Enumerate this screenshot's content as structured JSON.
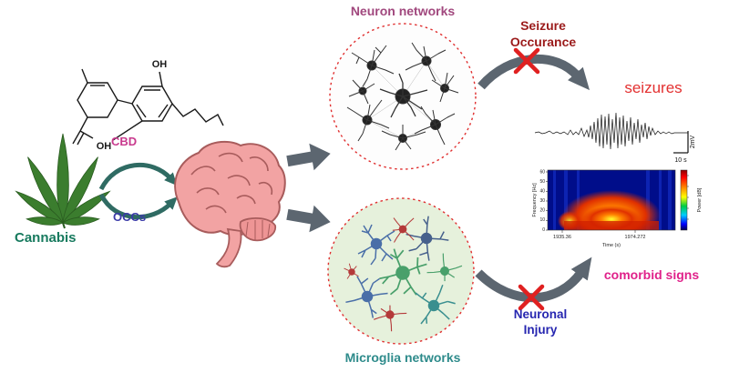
{
  "diagram": {
    "cannabis_label": "Cannabis",
    "cbd_label": "CBD",
    "occs_label": "OCCs",
    "oh_top": "OH",
    "oh_bottom": "OH",
    "neuron_title": "Neuron networks",
    "microglia_title": "Microglia networks",
    "seizure_occurance": "Seizure Occurance",
    "seizures": "seizures",
    "neuronal_injury": "Neuronal Injury",
    "comorbid_signs": "comorbid signs"
  },
  "eeg": {
    "scale_voltage": "2mV",
    "scale_time": "10 s"
  },
  "spectrogram": {
    "ylabel": "Frequency [Hz]",
    "xlabel": "Time (s)",
    "colorbar_label": "Power [dB]",
    "x_ticks": [
      "1935.36",
      "1974.272"
    ],
    "y_ticks": [
      "60",
      "50",
      "40",
      "30",
      "20",
      "10",
      "0"
    ]
  },
  "colors": {
    "neuron_title": "#a1487e",
    "microglia_title": "#2e8b8b",
    "cannabis": "#177a5e",
    "cbd": "#c93a8e",
    "occs": "#3a3aa8",
    "seizure_occurance": "#9b1b1b",
    "seizures": "#e33030",
    "neuronal_injury": "#2626b0",
    "comorbid_signs": "#e0218a",
    "arrow_gray": "#5c6670",
    "cross_red": "#e02020",
    "dotted_circle_red": "#e03030",
    "brain_pink": "#f2a3a3",
    "leaf_green": "#3b7d2e",
    "microglia_bg": "#e6f1dc"
  }
}
